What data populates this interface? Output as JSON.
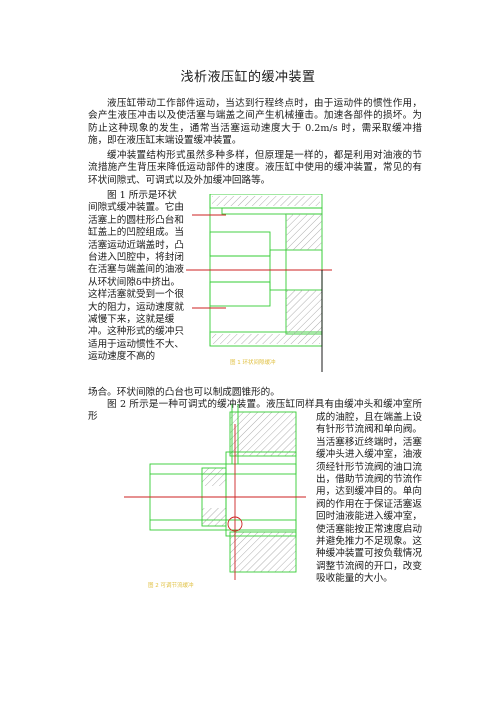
{
  "doc": {
    "title": "浅析液压缸的缓冲装置",
    "p1": "液压缸带动工作部件运动，当达到行程终点时，由于运动件的惯性作用，会产生液压冲击以及使活塞与端盖之间产生机械撞击。加速各部件的损坏。为防止这种现象的发生，通常当活塞运动速度大于 0.2m/s 时，需采取缓冲措施，即在液压缸末端设置缓冲装置。",
    "p2": "缓冲装置结构形式虽然多种多样，但原理是一样的，都是利用对油液的节流措施产生背压来降低运动部件的速度。液压缸中使用的缓冲装置，常见的有环状间隙式、可调式以及外加缓冲回路等。",
    "p3_left": "图 1 所示是环状间隙式缓冲装置。它由活塞上的圆柱形凸台和缸盖上的凹腔组成。当活塞运动近端盖时，凸台进入凹腔中，将封闭在活塞与端盖间的油液从环状间隙δ中挤出。这样活塞就受到一个很大的阻力，运动速度就减慢下来，这就是缓冲。这种形式的缓冲只适用于运动惯性不大、运动速度不高的",
    "p3_tail": "场合。环状间隙的凸台也可以制成圆锥形的。",
    "p4_first": "图 2 所示是一种可调式的缓冲装置。液压缸同样具有由缓冲头和缓冲室所形",
    "p4_right": "成的油腔，且在端盖上设有针形节流阀和单向阀。当活塞移近终端时，活塞缓冲头进入缓冲室，油液须经针形节流阀的油口流出，借助节流阀的节流作用，达到缓冲目的。单向阀的作用在于保证活塞返回时油液能进入缓冲室，使活塞能按正常速度启动并避免推力不足现象。这种缓冲装置可按负载情况调整节流阀的开口，改变吸收能量的大小。",
    "fig1_caption": "图 1 环状间隙缓冲",
    "fig2_caption": "图 2 可调节流缓冲"
  },
  "colors": {
    "green": "#33cc33",
    "red": "#cc2222",
    "hatch": "#9a9a9a",
    "caption": "#e0c040"
  }
}
